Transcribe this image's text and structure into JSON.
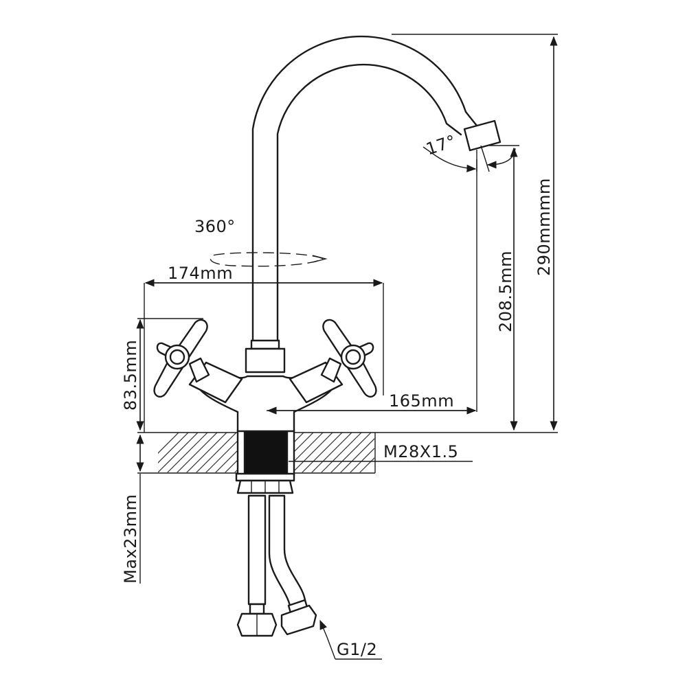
{
  "labels": {
    "rotation": "360°",
    "aerator_angle": "17°",
    "width_handles": "174mm",
    "spout_reach": "165mm",
    "handle_height": "83.5mm",
    "spout_height": "208.5mm",
    "total_height": "290mmmm",
    "thread": "M28X1.5",
    "max_counter": "Max23mm",
    "hose_connection": "G1/2"
  },
  "colors": {
    "line": "#1a1a1a",
    "background": "#ffffff",
    "shaft": "#111111"
  }
}
